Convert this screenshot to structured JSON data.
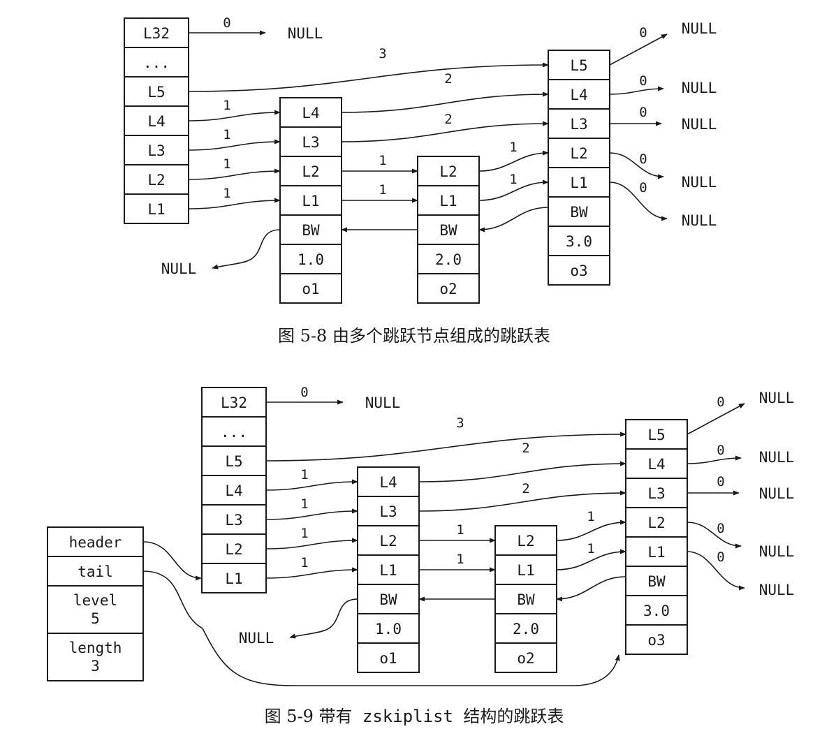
{
  "figures": [
    {
      "caption_num": "图 5-8",
      "caption_pre": "由多个跳跃节点组成的跳跃表",
      "caption_code": "",
      "caption_post": "",
      "header_levels": [
        "L32",
        "...",
        "L5",
        "L4",
        "L3",
        "L2",
        "L1"
      ],
      "nodes": [
        {
          "levels": [
            "L4",
            "L3",
            "L2",
            "L1"
          ],
          "backward": "BW",
          "score": "1.0",
          "obj": "o1"
        },
        {
          "levels": [
            "L2",
            "L1"
          ],
          "backward": "BW",
          "score": "2.0",
          "obj": "o2"
        },
        {
          "levels": [
            "L5",
            "L4",
            "L3",
            "L2",
            "L1"
          ],
          "backward": "BW",
          "score": "3.0",
          "obj": "o3"
        }
      ],
      "spans": {
        "header_l32": "0",
        "header_l5": "3",
        "header_l4": "1",
        "header_l3": "1",
        "header_l2": "1",
        "header_l1": "1",
        "n1_l4": "2",
        "n1_l3": "2",
        "n1_l2": "1",
        "n1_l1": "1",
        "n2_l2": "1",
        "n2_l1": "1",
        "n3_l5": "0",
        "n3_l4": "0",
        "n3_l3": "0",
        "n3_l2": "0",
        "n3_l1": "0"
      },
      "null_label": "NULL"
    },
    {
      "caption_num": "图 5-9",
      "caption_pre": "带有",
      "caption_code": "zskiplist",
      "caption_post": "结构的跳跃表",
      "header_levels": [
        "L32",
        "...",
        "L5",
        "L4",
        "L3",
        "L2",
        "L1"
      ],
      "nodes": [
        {
          "levels": [
            "L4",
            "L3",
            "L2",
            "L1"
          ],
          "backward": "BW",
          "score": "1.0",
          "obj": "o1"
        },
        {
          "levels": [
            "L2",
            "L1"
          ],
          "backward": "BW",
          "score": "2.0",
          "obj": "o2"
        },
        {
          "levels": [
            "L5",
            "L4",
            "L3",
            "L2",
            "L1"
          ],
          "backward": "BW",
          "score": "3.0",
          "obj": "o3"
        }
      ],
      "spans": {
        "header_l32": "0",
        "header_l5": "3",
        "header_l4": "1",
        "header_l3": "1",
        "header_l2": "1",
        "header_l1": "1",
        "n1_l4": "2",
        "n1_l3": "2",
        "n1_l2": "1",
        "n1_l1": "1",
        "n2_l2": "1",
        "n2_l1": "1",
        "n3_l5": "0",
        "n3_l4": "0",
        "n3_l3": "0",
        "n3_l2": "0",
        "n3_l1": "0"
      },
      "null_label": "NULL",
      "zskiplist": {
        "header": "header",
        "tail": "tail",
        "level_label": "level",
        "level_value": "5",
        "length_label": "length",
        "length_value": "3"
      }
    }
  ]
}
